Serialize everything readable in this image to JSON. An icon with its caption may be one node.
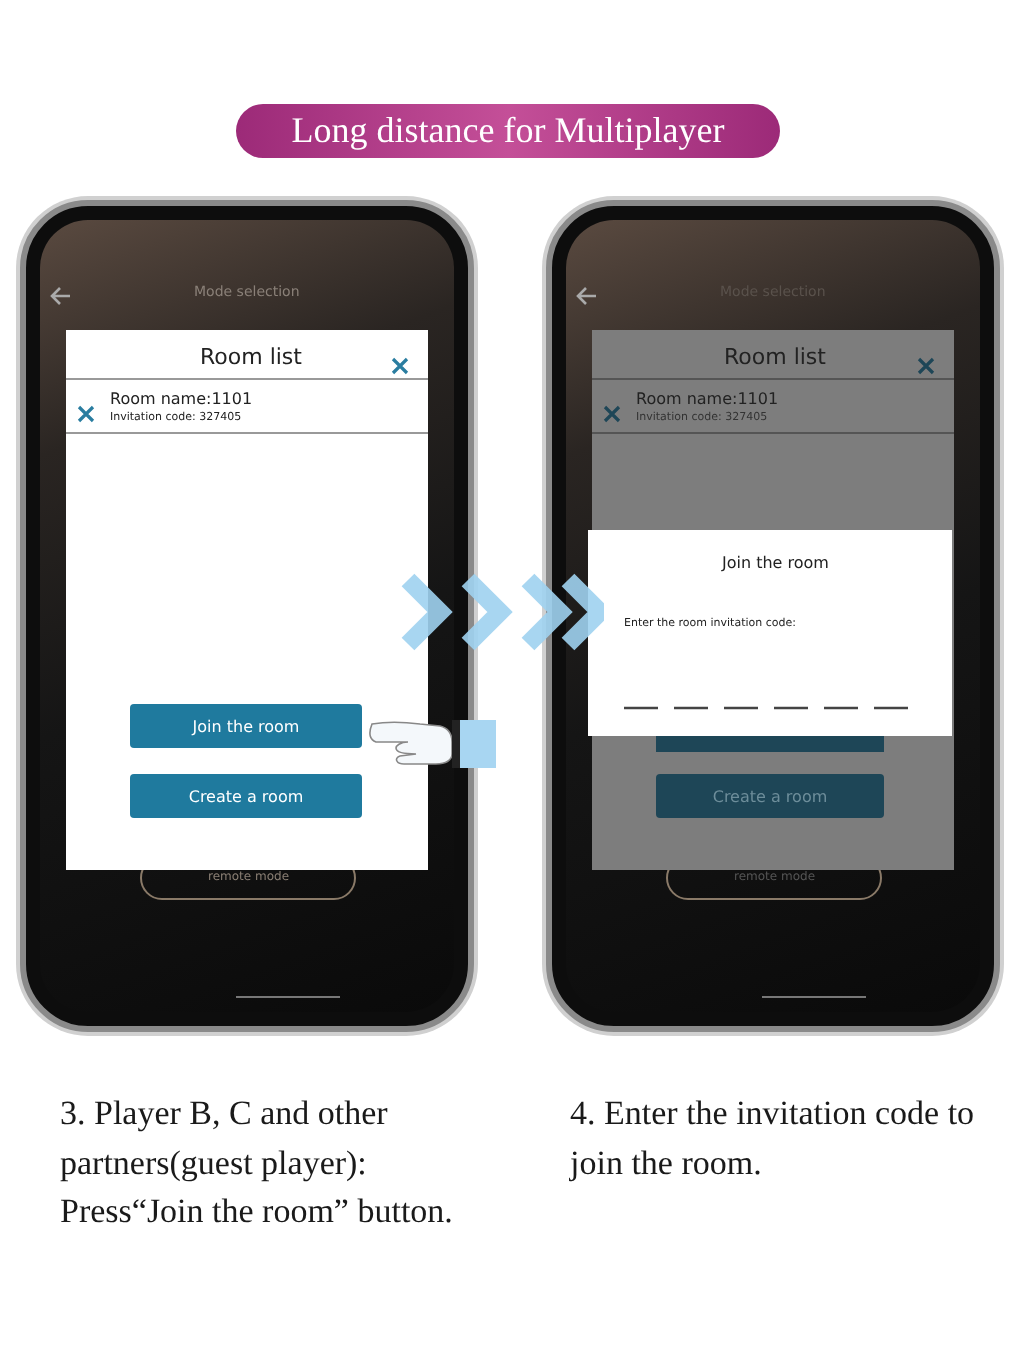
{
  "diagram": {
    "title": "Long distance for Multiplayer",
    "labels": [
      "Mode selection",
      "Room list",
      "Room name:1101",
      "Invitation code: 327405",
      "Join the room",
      "Create a room",
      "remote mode",
      "Mode selection",
      "Room list",
      "Room name:1101",
      "Invitation code: 327405",
      "Create a room",
      "remote mode",
      "Join the room",
      "Enter the room invitation code:",
      "3. Player B, C and other partners(guest player): Press“Join the room” button.",
      "4. Enter the invitation code to join the room."
    ]
  }
}
